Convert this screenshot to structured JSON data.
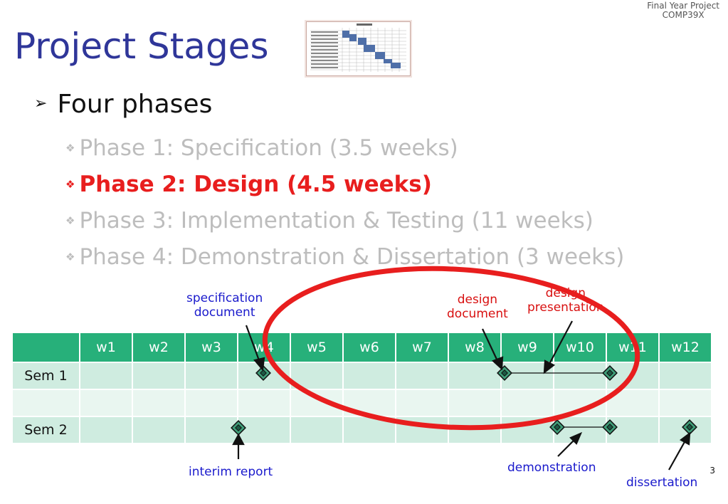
{
  "header": {
    "course_line1": "Final Year Project",
    "course_line2": "COMP39X"
  },
  "title": "Project Stages",
  "bullets": {
    "main": "Four phases",
    "phases": [
      "Phase 1: Specification (3.5 weeks)",
      "Phase 2: Design (4.5 weeks)",
      "Phase 3: Implementation & Testing (11 weeks)",
      "Phase 4: Demonstration & Dissertation (3 weeks)"
    ],
    "highlighted_index": 1
  },
  "timeline": {
    "corner": "",
    "weeks": [
      "w1",
      "w2",
      "w3",
      "w4",
      "w5",
      "w6",
      "w7",
      "w8",
      "w9",
      "w10",
      "w11",
      "w12"
    ],
    "rows": [
      "Sem 1",
      "",
      "Sem 2"
    ]
  },
  "labels": {
    "specification_line1": "specification",
    "specification_line2": "document",
    "design_doc_line1": "design",
    "design_doc_line2": "document",
    "design_pres_line1": "design",
    "design_pres_line2": "presentation",
    "interim_report": "interim report",
    "demonstration": "demonstration",
    "dissertation": "dissertation"
  },
  "page_number": "3",
  "colors": {
    "title": "#2f3699",
    "highlight": "#e81e1e",
    "table_header": "#27b07a",
    "table_cell": "#cfece0",
    "circle": "#e81e1e"
  }
}
